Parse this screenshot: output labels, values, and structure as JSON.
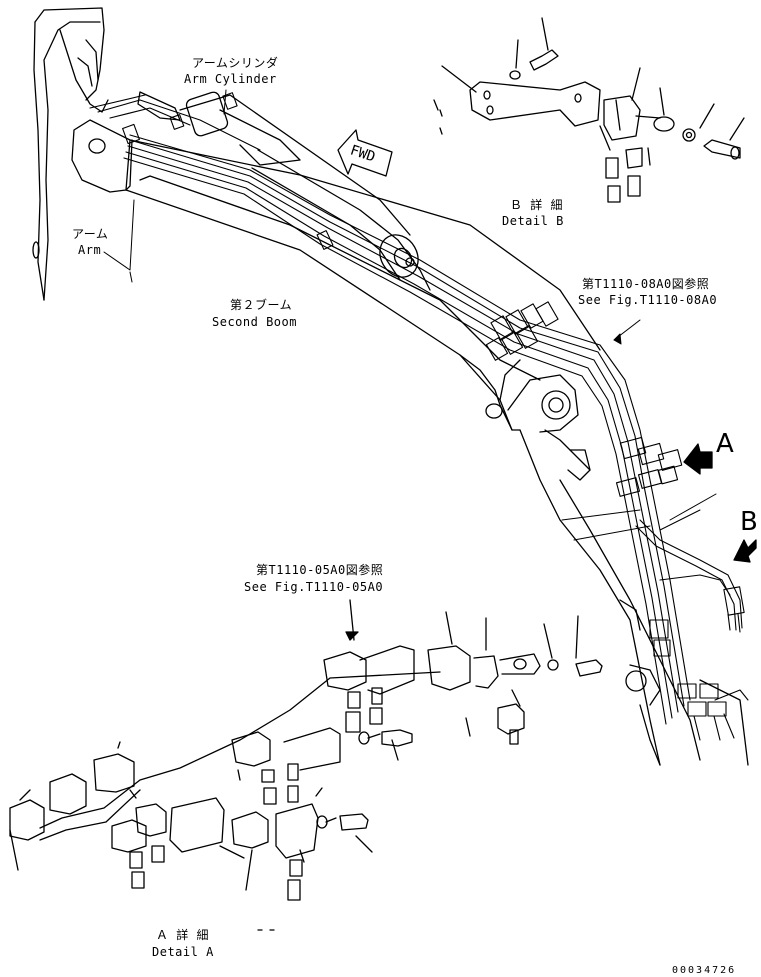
{
  "colors": {
    "ink": "#000000",
    "paper": "#ffffff"
  },
  "labels": {
    "arm_cylinder_jp": "アームシリンダ",
    "arm_cylinder_en": "Arm Cylinder",
    "arm_jp": "アーム",
    "arm_en": "Arm",
    "second_boom_jp": "第２ブーム",
    "second_boom_en": "Second Boom",
    "fwd": "FWD",
    "detail_b_jp": "Ｂ 詳 細",
    "detail_b_en": "Detail B",
    "ref_08a0_jp": "第T1110-08A0図参照",
    "ref_08a0_en": "See Fig.T1110-08A0",
    "ref_05a0_jp": "第T1110-05A0図参照",
    "ref_05a0_en": "See Fig.T1110-05A0",
    "marker_a": "A",
    "marker_b": "B",
    "detail_a_jp": "Ａ 詳 細",
    "detail_a_en": "Detail A",
    "drawing_number": "00034726"
  }
}
